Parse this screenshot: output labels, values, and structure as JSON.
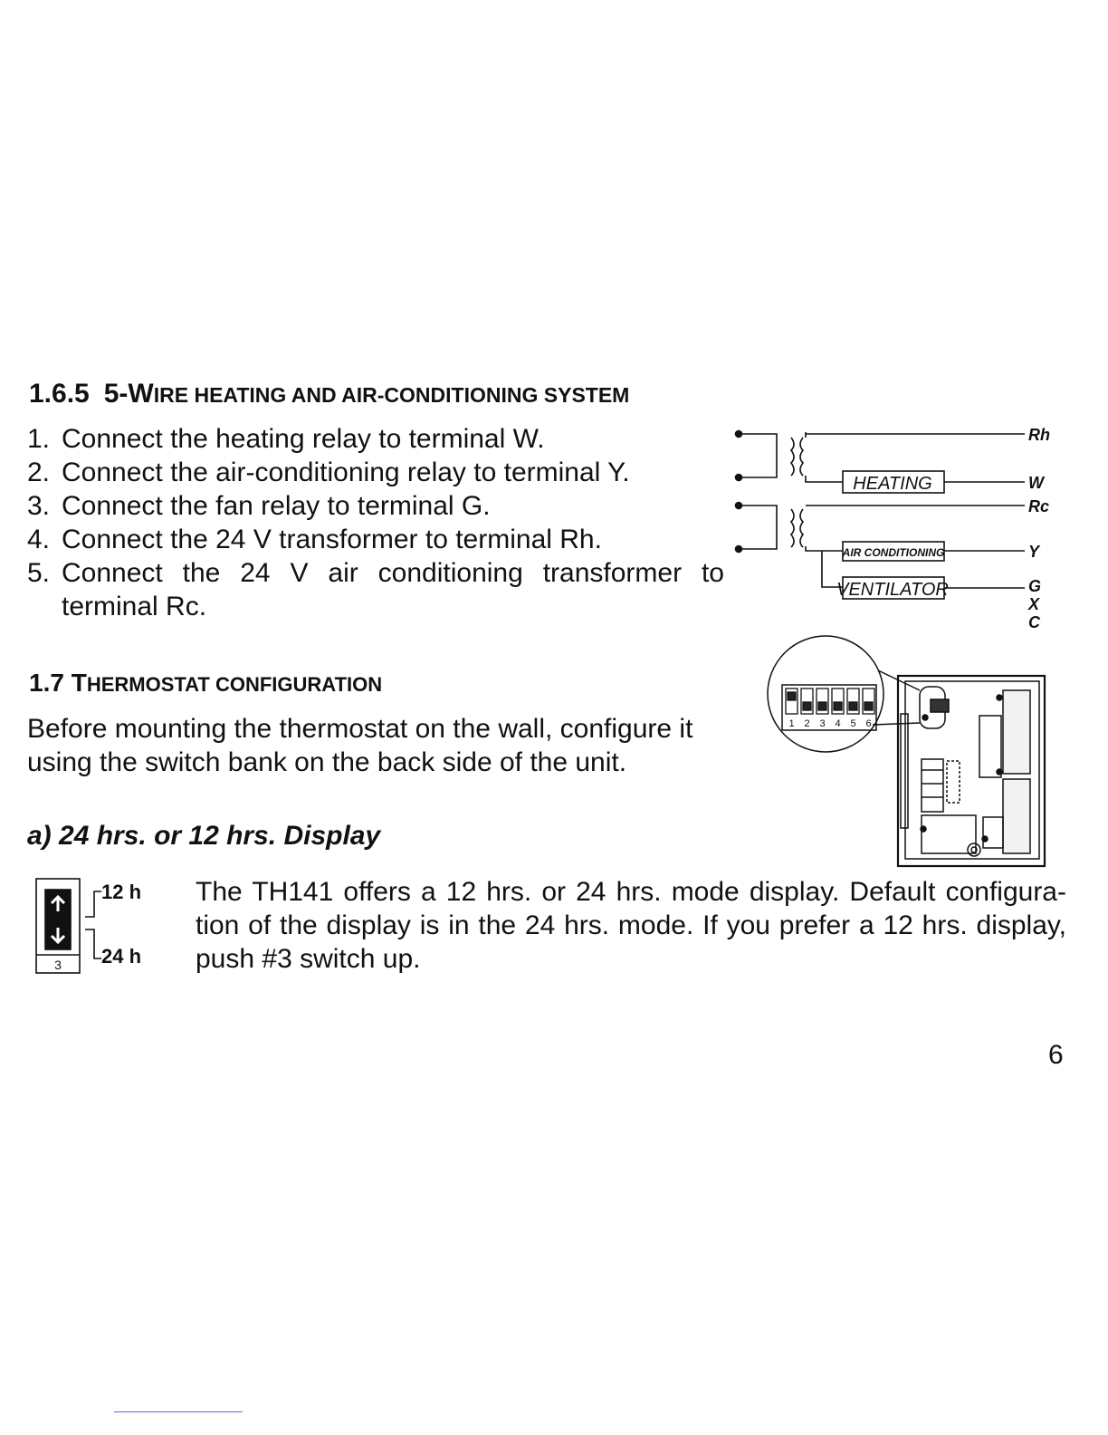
{
  "section_165": {
    "number": "1.6.5",
    "title_lead_big": "5-W",
    "title_lead_small": "IRE HEATING AND AIR-CONDITIONING SYSTEM"
  },
  "steps": [
    {
      "n": "1.",
      "text": "Connect the heating relay to terminal W."
    },
    {
      "n": "2.",
      "text": "Connect the air-conditioning relay to terminal Y."
    },
    {
      "n": "3.",
      "text": "Connect the fan relay to terminal G."
    },
    {
      "n": "4.",
      "text": "Connect the 24 V transformer to terminal Rh."
    },
    {
      "n": "5.",
      "text": "Connect the 24 V air conditioning transformer to terminal Rc."
    }
  ],
  "wiring_diagram": {
    "boxes": {
      "heating": "HEATING",
      "air_conditioning": "AIR CONDITIONING",
      "ventilator": "VENTILATOR"
    },
    "terminals": {
      "rh": "Rh",
      "w": "W",
      "rc": "Rc",
      "y": "Y",
      "g": "G",
      "x": "X",
      "c": "C"
    }
  },
  "section_17": {
    "title_big_1": "1.7 T",
    "title_small": "HERMOSTAT CONFIGURATION",
    "body": "Before mounting the thermostat on the wall, configure it using the switch bank on the back side of the unit."
  },
  "switch_bank": {
    "numbers": [
      "1",
      "2",
      "3",
      "4",
      "5",
      "6"
    ]
  },
  "subsection_a": {
    "title": "a) 24 hrs. or 12 hrs. Display",
    "switch_number": "3",
    "label_up": "12 h",
    "label_down": "24 h",
    "line1": "The TH141 offers a 12 hrs. or 24 hrs. mode display. Default configura-",
    "line2": "tion of the display is in the 24 hrs. mode. If you prefer a 12 hrs. display,",
    "line3": "push #3 switch up."
  },
  "page_number": "6"
}
